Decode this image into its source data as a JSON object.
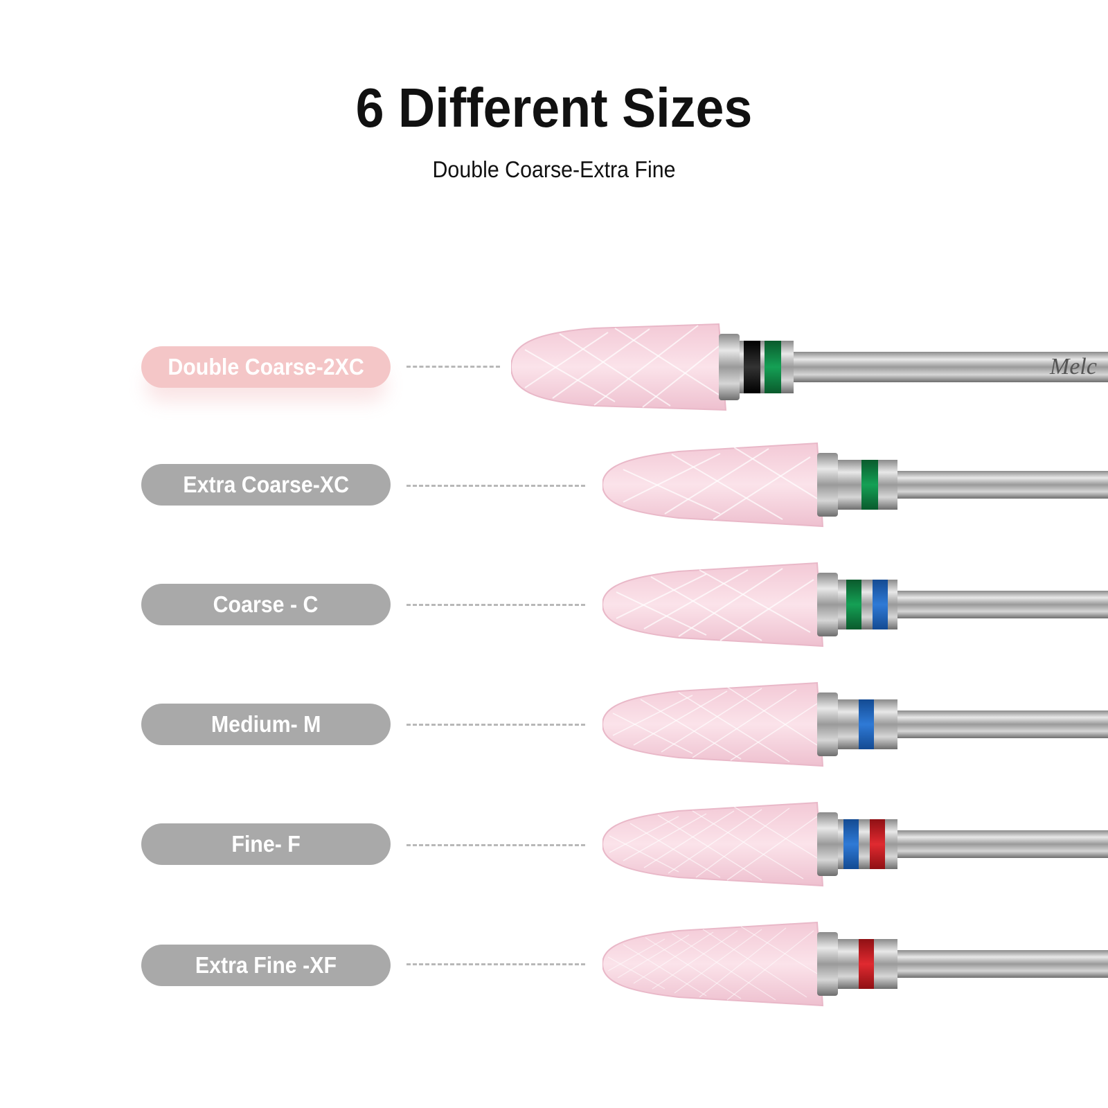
{
  "header": {
    "title": "6 Different Sizes",
    "subtitle": "Double Coarse-Extra Fine"
  },
  "colors": {
    "pill_default": "#a9a9a9",
    "pill_active": "#f4c6c7",
    "bit_pink": "#f6d3de",
    "band_black": "#111111",
    "band_green": "#0e7a3e",
    "band_blue": "#1c5fb6",
    "band_red": "#c01a1f"
  },
  "grits": [
    {
      "label": "Double Coarse-2XC",
      "active": true,
      "bands": [
        "black",
        "green"
      ],
      "brand_mark": "Melc"
    },
    {
      "label": "Extra Coarse-XC",
      "active": false,
      "bands": [
        "green"
      ]
    },
    {
      "label": "Coarse - C",
      "active": false,
      "bands": [
        "green",
        "blue"
      ]
    },
    {
      "label": "Medium- M",
      "active": false,
      "bands": [
        "blue"
      ]
    },
    {
      "label": "Fine- F",
      "active": false,
      "bands": [
        "blue",
        "red"
      ]
    },
    {
      "label": "Extra Fine -XF",
      "active": false,
      "bands": [
        "red"
      ]
    }
  ]
}
